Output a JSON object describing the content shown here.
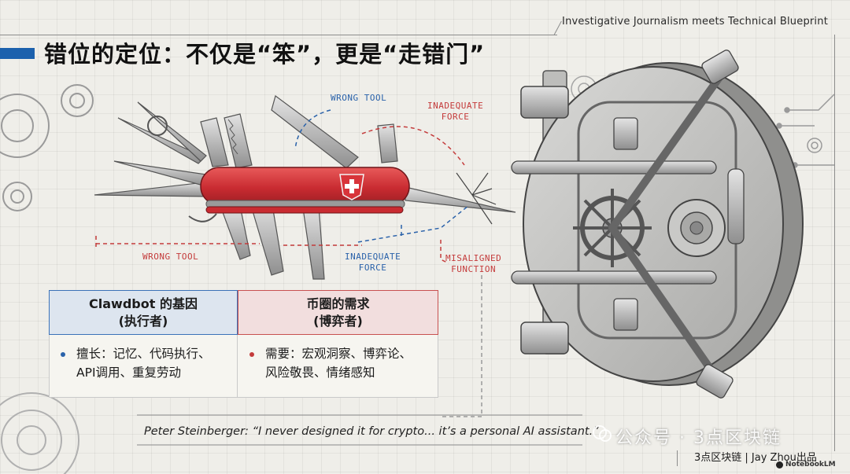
{
  "header": {
    "subtitle": "Investigative Journalism meets Technical Blueprint",
    "title": "错位的定位：不仅是“笨”，更是“走错门”"
  },
  "annotations": {
    "wrong_tool_top": "WRONG TOOL",
    "inadequate_force_top_1": "INADEQUATE",
    "inadequate_force_top_2": "FORCE",
    "wrong_tool_bottom": "WRONG TOOL",
    "inadequate_force_bottom_1": "INADEQUATE",
    "inadequate_force_bottom_2": "FORCE",
    "misaligned_function_1": "MISALIGNED",
    "misaligned_function_2": "FUNCTION"
  },
  "comparison": {
    "left": {
      "heading_line1": "Clawdbot 的基因",
      "heading_line2": "(执行者)",
      "body_line1": "擅长：记忆、代码执行、",
      "body_line2": "API调用、重复劳动"
    },
    "right": {
      "heading_line1": "币圈的需求",
      "heading_line2": "(博弈者)",
      "body_line1": "需要：宏观洞察、博弈论、",
      "body_line2": "风险敬畏、情绪感知"
    }
  },
  "quote": "Peter Steinberger: “I never designed it for crypto... it’s a personal AI assistant.”",
  "watermark": "公众号 · 3点区块链",
  "credit": "3点区块链 | Jay Zhou出品",
  "brand": "NotebookLM",
  "colors": {
    "accent_blue": "#1c61ad",
    "annotation_red": "#c43b3b",
    "knife_red": "#d8343a"
  },
  "icons": [
    "swiss-army-knife-icon",
    "vault-door-icon",
    "gear-icon",
    "circuit-icon"
  ]
}
